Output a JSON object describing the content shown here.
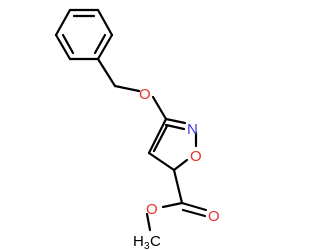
{
  "molecule": {
    "atoms": {
      "ether_oxygen": "O",
      "ring_nitrogen": "N",
      "ring_oxygen": "O",
      "carbonyl_oxygen": "O",
      "ester_oxygen": "O",
      "methyl_carbon": "C",
      "methyl_hydrogen": "H",
      "methyl_subscript": "3"
    },
    "colors": {
      "bond": "#000000",
      "oxygen": "#e8312f",
      "nitrogen": "#3a3ad8",
      "carbon": "#000000"
    }
  }
}
